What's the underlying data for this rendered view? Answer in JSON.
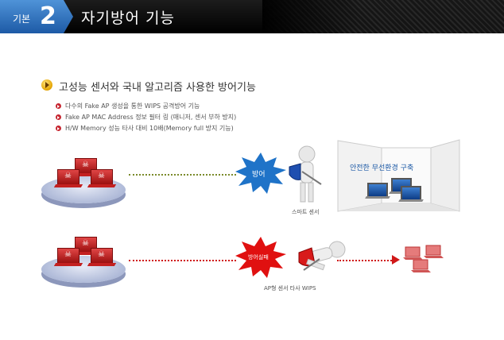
{
  "header": {
    "badge_label": "기본",
    "badge_number": "2",
    "title": "자기방어 기능"
  },
  "content": {
    "main_heading": "고성능 센서와 국내 알고리즘 사용한 방어기능",
    "bullets": [
      "다수의 Fake AP 생성을 통한 WIPS 공격방어 기능",
      "Fake AP MAC Address 정보 필터 링 (매니저, 센서 부하 방지)",
      "H/W Memory 성능 타사 대비 10배(Memory full 방지 기능)"
    ]
  },
  "diagram": {
    "defense_label": "방어",
    "defense_fail_label": "방어실패",
    "smart_sensor_caption": "스마트 센서",
    "ap_sensor_caption": "AP형 센서 타사 WIPS",
    "safe_env_label": "안전한 무선환경 구축",
    "colors": {
      "defense": "#1f73c8",
      "fail": "#e01010",
      "accent": "#c6252f"
    }
  }
}
